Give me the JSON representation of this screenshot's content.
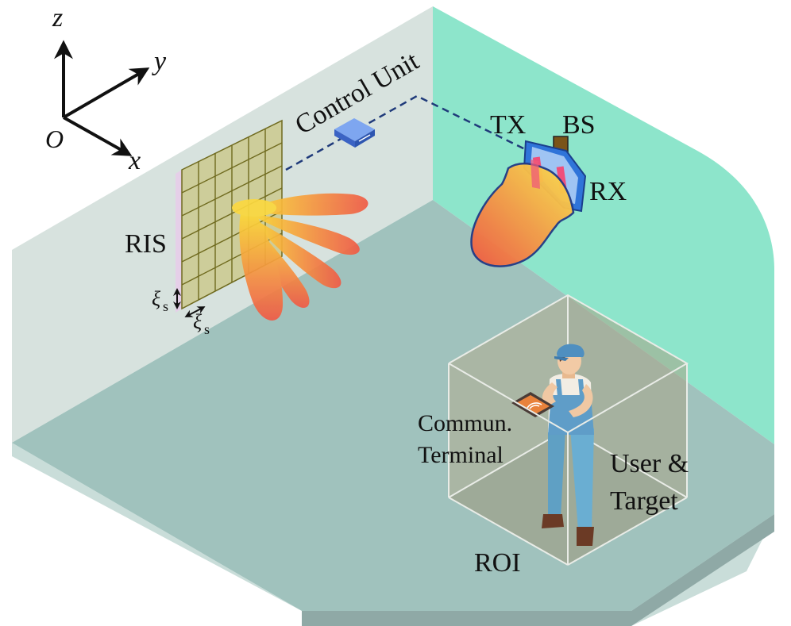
{
  "axes": {
    "z": "z",
    "y": "y",
    "x": "x",
    "origin": "O"
  },
  "labels": {
    "control_unit": "Control Unit",
    "tx": "TX",
    "bs": "BS",
    "rx": "RX",
    "ris": "RIS",
    "xi_symbol": "ξ",
    "xi_sub": "s",
    "commun_line1": "Commun.",
    "commun_line2": "Terminal",
    "user_line1": "User &",
    "user_line2": "Target",
    "roi": "ROI"
  },
  "colors": {
    "left_wall": "#d7e2de",
    "right_wall": "#8de5cb",
    "floor": "#a0c2bd",
    "ris_panel": "#cdcd9a",
    "ris_grid": "#6f6a1e",
    "beam_light": "#fce038",
    "beam_dark": "#f05a46",
    "bs_blue": "#2f74d9",
    "roi_box": "#b3ad8f",
    "control_unit": "#4f7fdc",
    "link_line": "#1f3a7a"
  }
}
